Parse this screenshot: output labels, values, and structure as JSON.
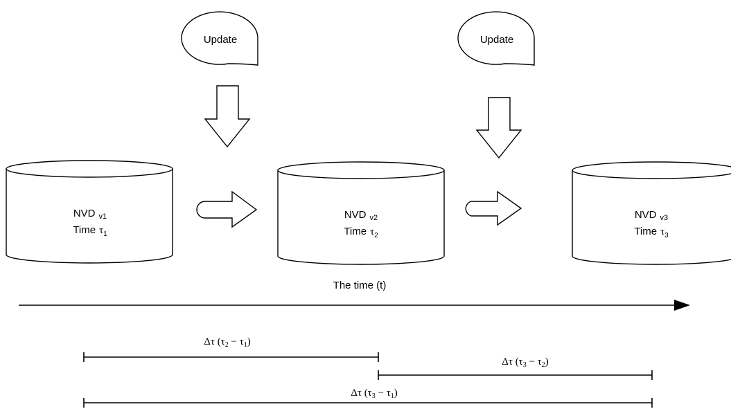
{
  "updates": [
    {
      "label": "Update"
    },
    {
      "label": "Update"
    }
  ],
  "databases": [
    {
      "name": "NVD",
      "version": "v1",
      "time_label": "Time",
      "time_symbol": "τ",
      "time_index": "1"
    },
    {
      "name": "NVD",
      "version": "v2",
      "time_label": "Time",
      "time_symbol": "τ",
      "time_index": "2"
    },
    {
      "name": "NVD",
      "version": "v3",
      "time_label": "Time",
      "time_symbol": "τ",
      "time_index": "3"
    }
  ],
  "timeline": {
    "label": "The time (t)"
  },
  "intervals": [
    {
      "prefix": "Δτ (τ",
      "a": "2",
      "mid": " − τ",
      "b": "1",
      "suffix": ")"
    },
    {
      "prefix": "Δτ (τ",
      "a": "3",
      "mid": " − τ",
      "b": "2",
      "suffix": ")"
    },
    {
      "prefix": "Δτ (τ",
      "a": "3",
      "mid": " − τ",
      "b": "1",
      "suffix": ")"
    }
  ]
}
